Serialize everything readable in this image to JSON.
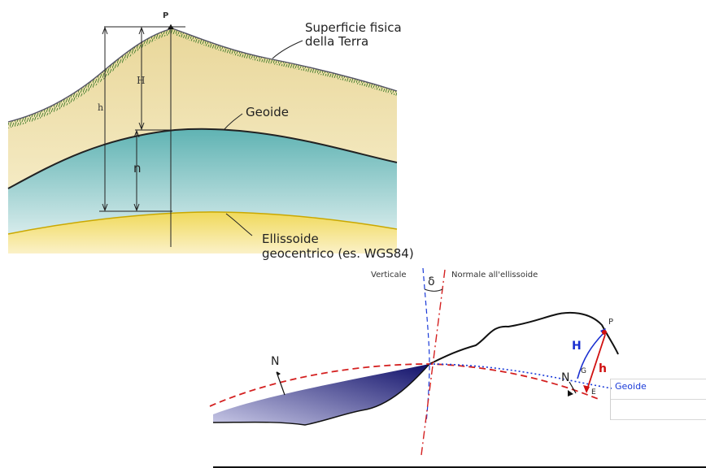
{
  "top_figure": {
    "point_label": "P",
    "surface_label_line1": "Superficie fisica",
    "surface_label_line2": "della Terra",
    "geoid_label": "Geoide",
    "ellipsoid_label_line1": "Ellissoide",
    "ellipsoid_label_line2": "geocentrico (es. WGS84)",
    "H_label": "H",
    "h_label": "h",
    "n_label": "n"
  },
  "bottom_figure": {
    "vertical_label": "Verticale",
    "normal_label": "Normale all'ellissoide",
    "delta_label": "δ",
    "point_label": "P",
    "N_left_label": "N",
    "N_right_label": "N",
    "H_label": "H",
    "h_label": "h",
    "G_label": "G",
    "E_label": "E",
    "geoid_label": "Geoide"
  },
  "colors": {
    "H_blue": "#1a2fd0",
    "h_red": "#d01010",
    "ellipsoid_dash": "#d42020",
    "geoid_dot": "#1a3ad8",
    "sea": "#5a5a9a"
  }
}
